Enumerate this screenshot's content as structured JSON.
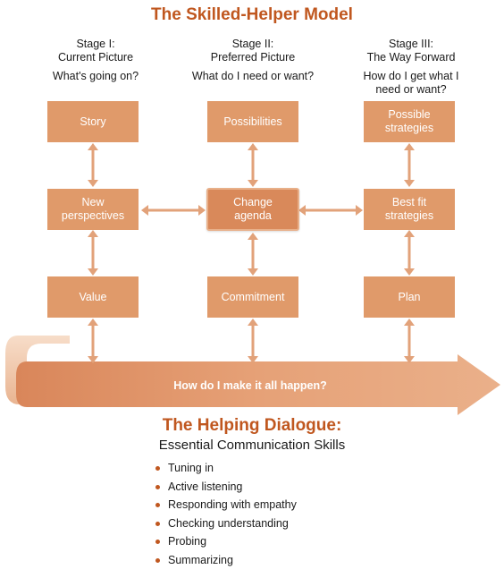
{
  "title": "The Skilled-Helper Model",
  "stages": [
    {
      "name": "Stage I:",
      "subtitle": "Current Picture",
      "question": "What's going on?"
    },
    {
      "name": "Stage II:",
      "subtitle": "Preferred Picture",
      "question": "What do I need or want?"
    },
    {
      "name": "Stage III:",
      "subtitle": "The Way Forward",
      "question": "How do I get what I need or want?"
    }
  ],
  "boxes": {
    "story": "Story",
    "possibilities": "Possibilities",
    "possible_strategies": "Possible strategies",
    "new_perspectives": "New perspectives",
    "change_agenda": "Change agenda",
    "best_fit_strategies": "Best fit strategies",
    "value": "Value",
    "commitment": "Commitment",
    "plan": "Plan"
  },
  "arrow_label": "How do I make it all happen?",
  "dialogue": {
    "title": "The Helping Dialogue:",
    "subtitle": "Essential Communication Skills",
    "skills": [
      "Tuning in",
      "Active listening",
      "Responding with empathy",
      "Checking understanding",
      "Probing",
      "Summarizing"
    ]
  },
  "colors": {
    "heading": "#c0571f",
    "box": "#e09a6a",
    "arrow": "#eba37a",
    "connector": "#e2a27a"
  }
}
